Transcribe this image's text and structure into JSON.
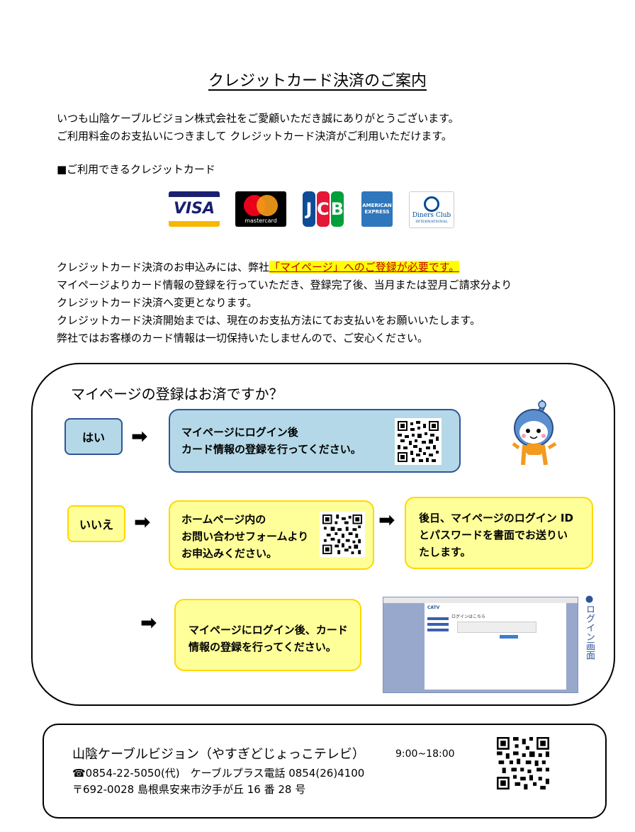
{
  "title": "クレジットカード決済のご案内",
  "intro": [
    "いつも山陰ケーブルビジョン株式会社をご愛顧いただき誠にありがとうございます。",
    "ご利用料金のお支払いにつきまして クレジットカード決済がご利用いただけます。"
  ],
  "cards_heading": "■ご利用できるクレジットカード",
  "cards": {
    "visa": "VISA",
    "mastercard": "mastercard",
    "jcb": [
      "J",
      "C",
      "B"
    ],
    "amex": [
      "AMERICAN",
      "EXPRESS"
    ],
    "diners": [
      "Diners Club",
      "INTERNATIONAL"
    ]
  },
  "body": {
    "line1_pre": "クレジットカード決済のお申込みには、弊社",
    "line1_highlight": "「マイページ」へのご登録が必要です。",
    "line2": "マイページよりカード情報の登録を行っていただき、登録完了後、当月または翌月ご請求分より",
    "line3": "クレジットカード決済へ変更となります。",
    "line4": "クレジットカード決済開始までは、現在のお支払方法にてお支払いをお願いいたします。",
    "line5": "弊社ではお客様のカード情報は一切保持いたしませんので、ご安心ください。"
  },
  "flow": {
    "question": "マイページの登録はお済ですか？",
    "yes_label": "はい",
    "no_label": "いいえ",
    "arrow": "➡",
    "yes_box": [
      "マイページにログイン後",
      "カード情報の登録を行ってください。"
    ],
    "no_box": [
      "ホームページ内の",
      "お問い合わせフォームより",
      "お申込みください。"
    ],
    "no_result": [
      "後日、マイページのログイン ID",
      "とパスワードを書面でお送りい",
      "たします。"
    ],
    "final_box": [
      "マイページにログイン後、カード",
      "情報の登録を行ってください。"
    ],
    "screenshot_caption": "●ログイン画面",
    "screenshot": {
      "logo": "CATV",
      "heading": "ログインはこちら"
    }
  },
  "footer": {
    "company": "山陰ケーブルビジョン（やすぎどじょっこテレビ）",
    "hours": "9:00~18:00",
    "phone": "☎0854-22-5050(代)　ケーブルプラス電話 0854(26)4100",
    "address": "〒692-0028 島根県安来市汐手が丘 16 番 28 号"
  },
  "colors": {
    "blue_fill": "#b4d8e7",
    "blue_border": "#2f5597",
    "yellow_fill": "#ffff99",
    "yellow_border": "#ffd700",
    "highlight": "#ffff00",
    "highlight_text": "#c00000"
  }
}
